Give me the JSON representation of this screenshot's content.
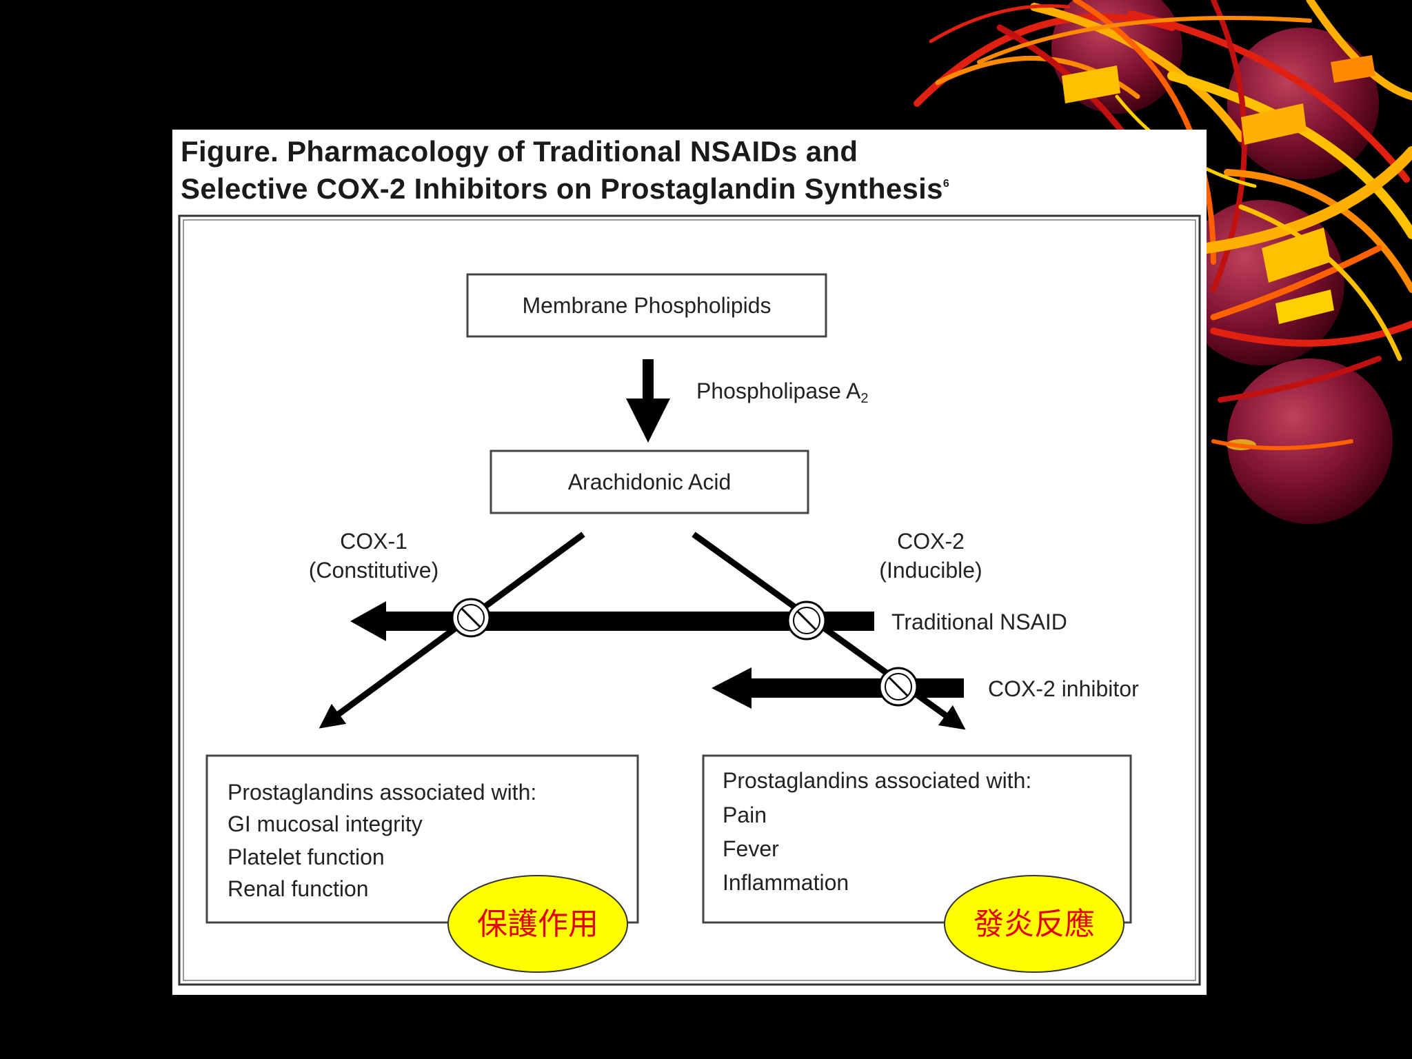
{
  "figure": {
    "title_line1": "Figure. Pharmacology of Traditional NSAIDs and",
    "title_line2": "Selective COX-2 Inhibitors on Prostaglandin Synthesis",
    "title_ref": "6"
  },
  "nodes": {
    "membrane": "Membrane Phospholipids",
    "enzyme": "Phospholipase A",
    "enzyme_sub": "2",
    "arachidonic": "Arachidonic Acid",
    "cox1_line1": "COX-1",
    "cox1_line2": "(Constitutive)",
    "cox2_line1": "COX-2",
    "cox2_line2": "(Inducible)",
    "traditional_nsaid": "Traditional NSAID",
    "cox2_inhibitor": "COX-2 inhibitor"
  },
  "left_box": {
    "heading": "Prostaglandins associated with:",
    "items": [
      "GI mucosal integrity",
      "Platelet function",
      "Renal function"
    ]
  },
  "right_box": {
    "heading": "Prostaglandins associated with:",
    "items": [
      "Pain",
      "Fever",
      "Inflammation"
    ]
  },
  "badges": {
    "left": "保護作用",
    "right": "發炎反應",
    "fill_color": "#ffff00",
    "text_color": "#e00000"
  }
}
